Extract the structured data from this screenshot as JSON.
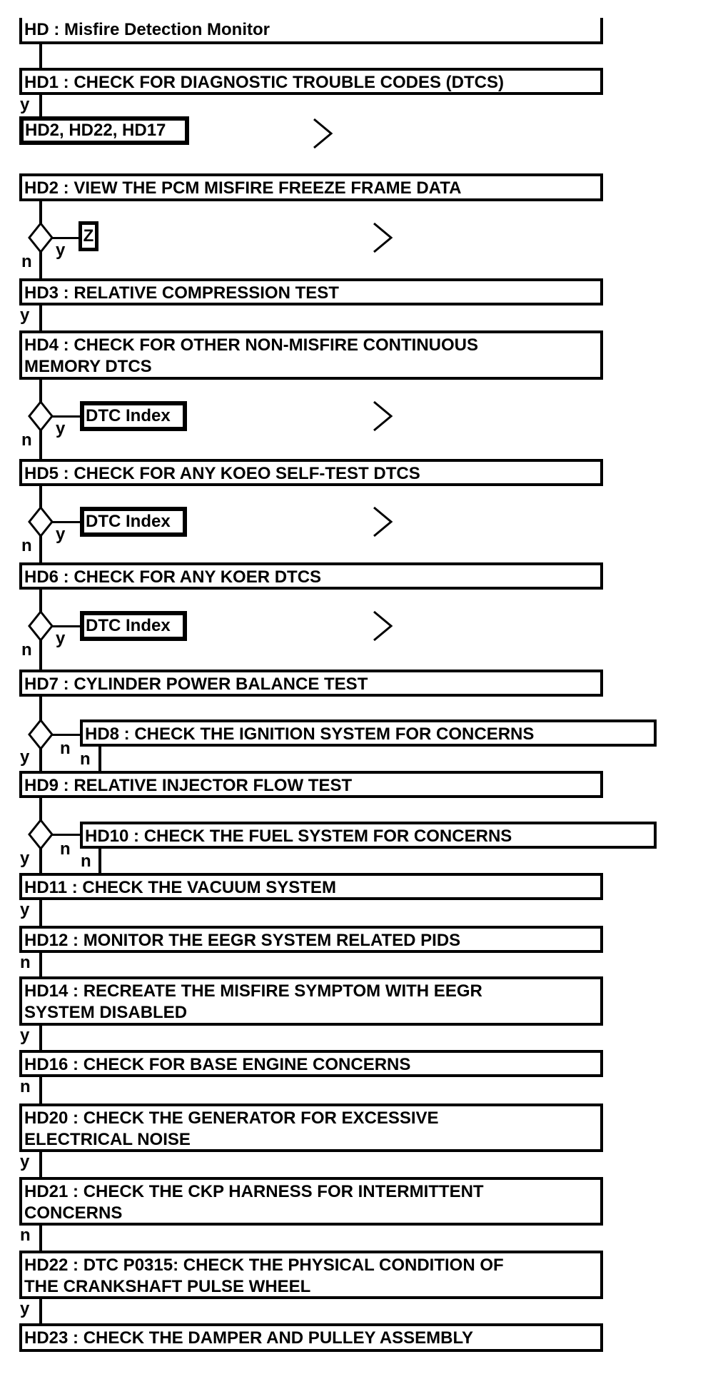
{
  "flowchart": {
    "title_node": "HD : Misfire Detection Monitor",
    "nodes": {
      "hd1": "HD1 : CHECK FOR DIAGNOSTIC TROUBLE CODES (DTCS)",
      "hd2": "HD2 : VIEW THE PCM MISFIRE FREEZE FRAME DATA",
      "hd3": "HD3 : RELATIVE COMPRESSION TEST",
      "hd4": "HD4 : CHECK FOR OTHER NON-MISFIRE CONTINUOUS\nMEMORY DTCS",
      "hd5": "HD5 : CHECK FOR ANY KOEO SELF-TEST DTCS",
      "hd6": "HD6 : CHECK FOR ANY KOER DTCS",
      "hd7": "HD7 : CYLINDER POWER BALANCE TEST",
      "hd8": "HD8 : CHECK THE IGNITION SYSTEM FOR CONCERNS",
      "hd9": "HD9 : RELATIVE INJECTOR FLOW TEST",
      "hd10": "HD10 : CHECK THE FUEL SYSTEM FOR CONCERNS",
      "hd11": "HD11 : CHECK THE VACUUM SYSTEM",
      "hd12": "HD12 : MONITOR THE EEGR SYSTEM RELATED PIDS",
      "hd14": "HD14 : RECREATE THE MISFIRE SYMPTOM WITH EEGR\nSYSTEM DISABLED",
      "hd16": "HD16 : CHECK FOR BASE ENGINE CONCERNS",
      "hd20": "HD20 : CHECK THE GENERATOR FOR EXCESSIVE\nELECTRICAL NOISE",
      "hd21": "HD21 : CHECK THE CKP HARNESS FOR INTERMITTENT\nCONCERNS",
      "hd22": "HD22 : DTC P0315: CHECK THE PHYSICAL CONDITION OF\nTHE CRANKSHAFT PULSE WHEEL",
      "hd23": "HD23 : CHECK THE DAMPER AND PULLEY ASSEMBLY"
    },
    "references": {
      "dtc_list": "HD2, HD22, HD17",
      "pinpoint_z": "Z",
      "dtc_index": "DTC Index"
    },
    "branch_labels": {
      "yes": "y",
      "no": "n"
    },
    "colors": {
      "ink": "#000000",
      "background": "#ffffff"
    }
  }
}
